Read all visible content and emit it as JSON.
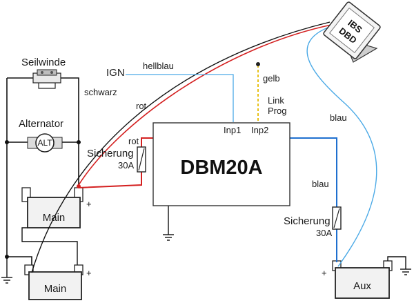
{
  "device": {
    "title": "DBM20A",
    "input1": "Inp1",
    "input2": "Inp2"
  },
  "display": {
    "line1": "IBS",
    "line2": "DBD"
  },
  "labels": {
    "winch": "Seilwinde",
    "alternator": "Alternator",
    "alternator_symbol": "ALT",
    "ign": "IGN",
    "light_blue": "hellblau",
    "black": "schwarz",
    "red": "rot",
    "red_fuse": "rot",
    "yellow": "gelb",
    "link": "Link",
    "prog": "Prog",
    "blue_top": "blau",
    "blue_right": "blau"
  },
  "fuses": {
    "left": {
      "label": "Sicherung",
      "rating": "30A"
    },
    "right": {
      "label": "Sicherung",
      "rating": "30A"
    }
  },
  "batteries": {
    "main_top": {
      "label": "Main",
      "terminal": "+"
    },
    "main_bottom": {
      "label": "Main",
      "terminal": "+"
    },
    "aux": {
      "label": "Aux",
      "terminal": "+"
    }
  },
  "colors": {
    "wire_black": "#111111",
    "wire_red": "#d42020",
    "wire_light_blue": "#4aa9e6",
    "wire_blue": "#1e6fcf",
    "wire_yellow": "#e8c21a"
  }
}
